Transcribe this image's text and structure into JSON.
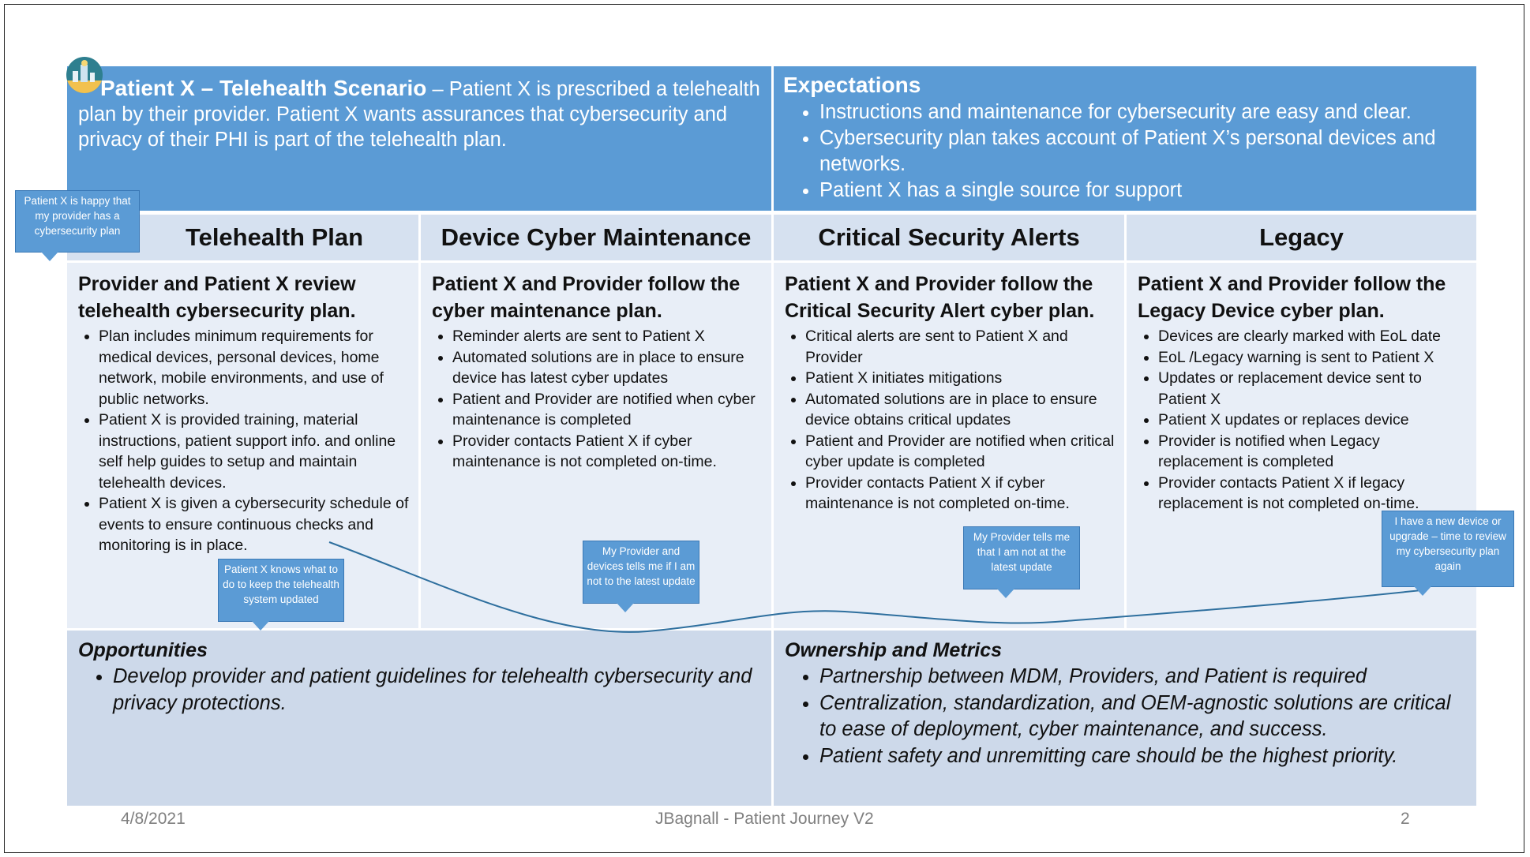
{
  "header": {
    "title": "Patient X – Telehealth Scenario",
    "dash_text": " – Patient X is prescribed a telehealth plan by their provider. Patient X wants assurances that cybersecurity and  privacy of their PHI is part of the telehealth plan.",
    "expectations_title": "Expectations",
    "expectations": [
      "Instructions and maintenance for cybersecurity are easy and clear.",
      "Cybersecurity plan takes account of Patient X’s personal devices and networks.",
      "Patient X has a single source for support"
    ]
  },
  "columns": [
    {
      "heading": "Telehealth Plan",
      "lead": "Provider and Patient X review telehealth cybersecurity plan.",
      "bullets": [
        "Plan includes minimum requirements for medical devices, personal devices, home network, mobile environments, and use of public networks.",
        "Patient X is provided training, material instructions, patient support info. and online self help guides to setup and maintain telehealth devices.",
        "Patient X is given a cybersecurity schedule of events to ensure continuous checks and monitoring is in place."
      ]
    },
    {
      "heading": "Device Cyber Maintenance",
      "lead": "Patient X and Provider follow the cyber maintenance plan.",
      "bullets": [
        "Reminder alerts are sent to Patient X",
        "Automated solutions are in place to ensure device has latest cyber updates",
        "Patient and Provider are notified when cyber maintenance is completed",
        "Provider contacts Patient X if cyber maintenance is not completed on-time."
      ]
    },
    {
      "heading": "Critical Security Alerts",
      "lead": "Patient X and Provider follow the Critical Security Alert cyber plan.",
      "bullets": [
        "Critical alerts are sent to Patient X and Provider",
        "Patient X initiates mitigations",
        "Automated solutions are in place to ensure device obtains critical updates",
        "Patient and Provider are notified when critical cyber update is completed",
        "Provider contacts Patient X if cyber maintenance is not completed on-time."
      ]
    },
    {
      "heading": "Legacy",
      "lead": "Patient X and Provider follow the Legacy Device cyber plan.",
      "bullets": [
        "Devices are clearly marked with EoL date",
        "EoL /Legacy warning is sent to Patient X",
        "Updates or replacement device sent to Patient X",
        "Patient X updates or replaces device",
        "Provider is notified when Legacy replacement is completed",
        "Provider contacts Patient X if legacy replacement is not completed on-time."
      ]
    }
  ],
  "callouts": [
    "Patient X is happy that my provider has a cybersecurity plan",
    "Patient X knows what to do to keep the telehealth system  updated",
    "My Provider and devices tells me if I am not to the latest update",
    "My Provider  tells me that I am not at the latest update",
    "I have  a new device or upgrade – time to review my cybersecurity plan again"
  ],
  "opportunities": {
    "title": "Opportunities",
    "items": [
      "Develop provider and patient guidelines for telehealth cybersecurity and privacy protections."
    ]
  },
  "ownership": {
    "title": "Ownership and Metrics",
    "items": [
      "Partnership between MDM, Providers, and Patient is required",
      "Centralization, standardization, and OEM-agnostic solutions are critical to ease of deployment, cyber maintenance, and success.",
      "Patient safety and unremitting care should be the highest priority."
    ]
  },
  "footer": {
    "date": "4/8/2021",
    "center": "JBagnall - Patient Journey V2",
    "page": "2"
  },
  "colors": {
    "header_blue": "#5b9bd5",
    "col_header": "#d6e1f0",
    "body": "#e8eef7",
    "bottom": "#cdd9ea"
  }
}
